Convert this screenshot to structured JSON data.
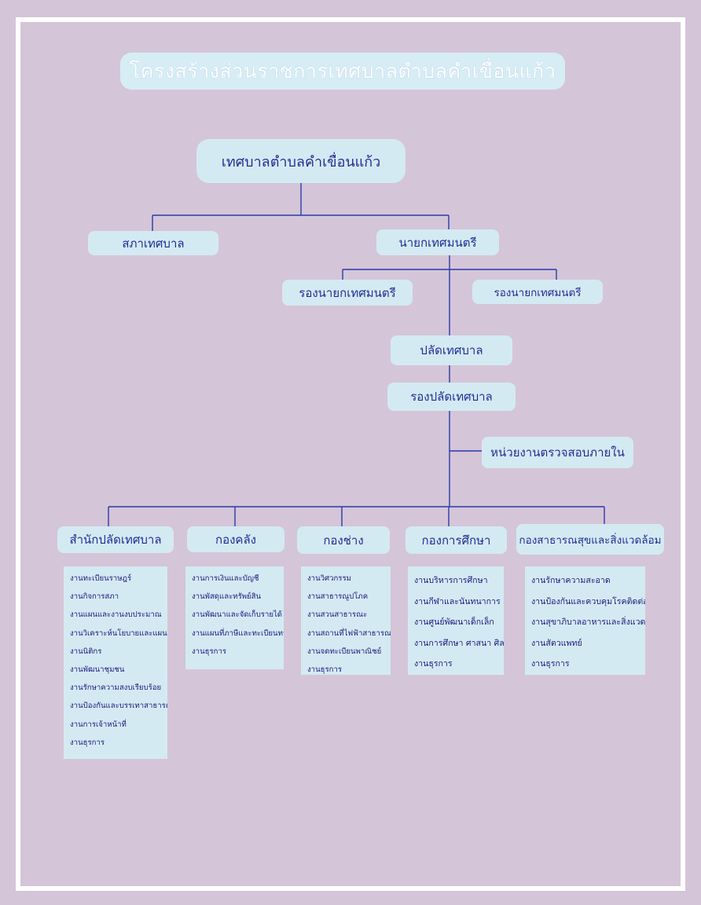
{
  "title": "โครงสร้างส่วนราชการเทศบาลตำบลคำเขื่อนแก้ว",
  "root": "เทศบาลตำบลคำเขื่อนแก้ว",
  "council": "สภาเทศบาล",
  "mayor": "นายกเทศมนตรี",
  "deputies": [
    "รองนายกเทศมนตรี",
    "รองนายกเทศมนตรี"
  ],
  "clerk": "ปลัดเทศบาล",
  "deputy_clerk": "รองปลัดเทศบาล",
  "audit_unit": "หน่วยงานตรวจสอบภายใน",
  "divisions": [
    {
      "name": "สำนักปลัดเทศบาล",
      "tasks": [
        "งานทะเบียนราษฎร์",
        "งานกิจการสภา",
        "งานแผนและงานงบประมาณ",
        "งานวิเคราะห์นโยบายและแผน",
        "งานนิติกร",
        "งานพัฒนาชุมชน",
        "งานรักษาความสงบเรียบร้อย",
        "งานป้องกันและบรรเทาสาธารณภัย",
        "งานการเจ้าหน้าที่",
        "งานธุรการ"
      ]
    },
    {
      "name": "กองคลัง",
      "tasks": [
        "งานการเงินและบัญชี",
        "งานพัสดุและทรัพย์สิน",
        "งานพัฒนาและจัดเก็บรายได้",
        "งานแผนที่ภาษีและทะเบียนทรัพย์สิน",
        "งานธุรการ"
      ]
    },
    {
      "name": "กองช่าง",
      "tasks": [
        "งานวิศวกรรม",
        "งานสาธารณูปโภค",
        "งานสวนสาธารณะ",
        "งานสถานที่ไฟฟ้าสาธารณะ",
        "งานจดทะเบียนพาณิชย์",
        "งานธุรการ"
      ]
    },
    {
      "name": "กองการศึกษา",
      "tasks": [
        "งานบริหารการศึกษา",
        "งานกีฬาและนันทนาการ",
        "งานศูนย์พัฒนาเด็กเล็ก",
        "งานการศึกษา ศาสนา ศิลปวัฒนธรรม",
        "งานธุรการ"
      ]
    },
    {
      "name": "กองสาธารณสุขและสิ่งแวดล้อม",
      "tasks": [
        "งานรักษาความสะอาด",
        "งานป้องกันและควบคุมโรคติดต่อ",
        "งานสุขาภิบาลอาหารและสิ่งแวดล้อม",
        "งานสัตวแพทย์",
        "งานธุรการ"
      ]
    }
  ],
  "colors": {
    "background": "#d5c5d9",
    "box": "#d4eaf2",
    "text": "#1f2f96",
    "line": "#2a3aa8",
    "frame": "#ffffff"
  }
}
